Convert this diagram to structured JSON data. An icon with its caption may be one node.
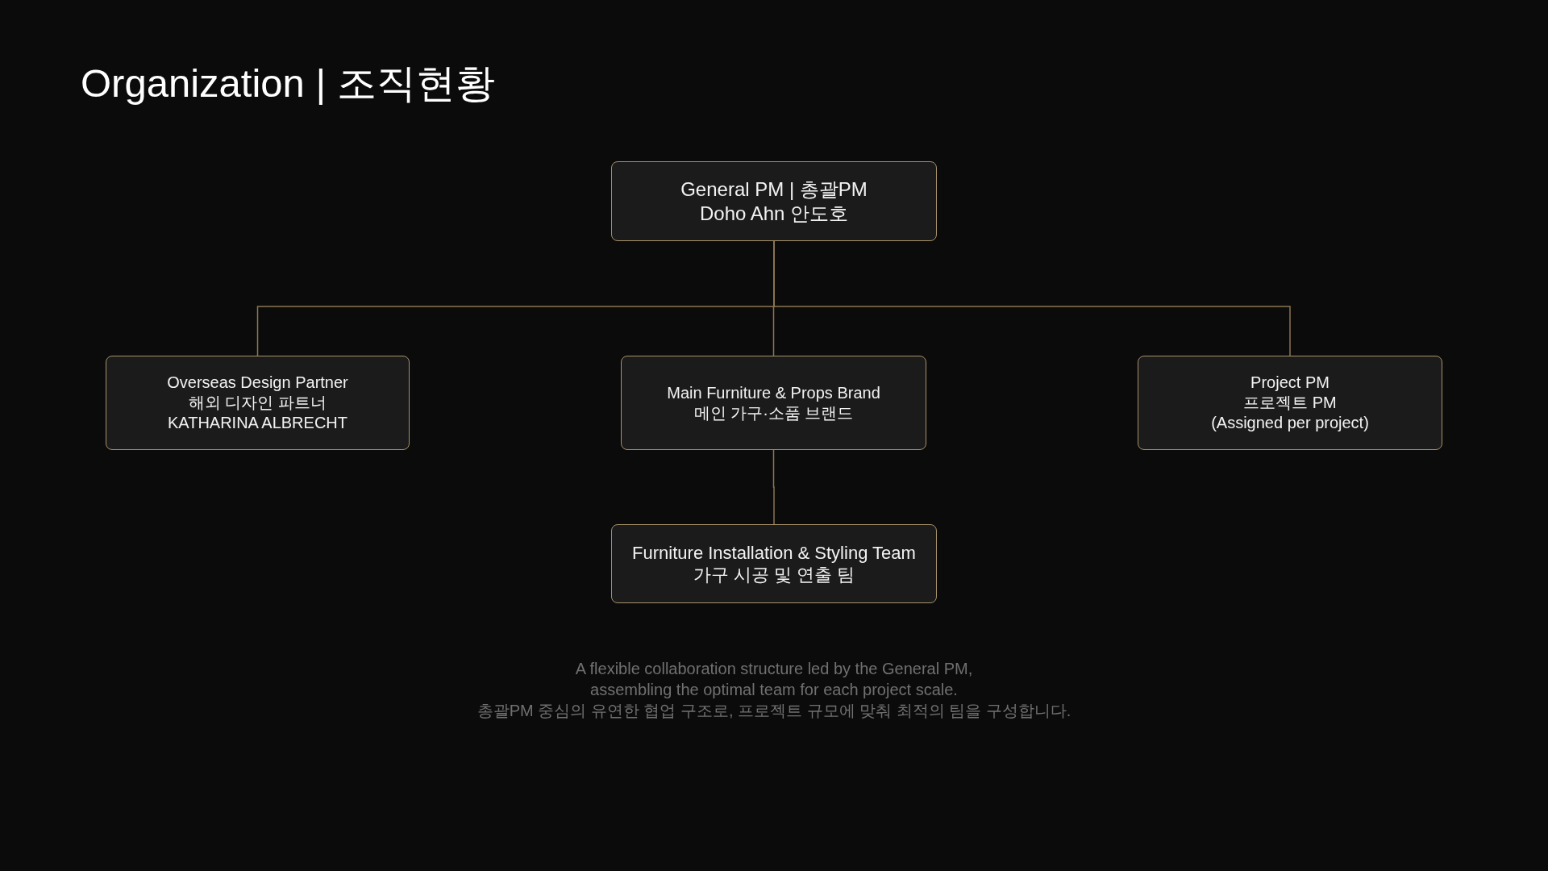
{
  "diagram": {
    "title": "Organization | 조직현황",
    "caption": "A flexible collaboration structure led by the General PM, assembling the optimal team for each project scale.",
    "nodes": [
      {
        "text": [
          "General PM | 총괄PM",
          "Doho Ahn 안도호"
        ]
      },
      {
        "text": [
          "Overseas Design Partner",
          "해외 디자인 파트너",
          "KATHARINA ALBRECHT"
        ]
      },
      {
        "text": [
          "Main Furniture & Props Brand",
          "메인 가구·소품 브랜드"
        ]
      },
      {
        "text": [
          "Project PM",
          "프로젝트 PM",
          "(Assigned per project)"
        ]
      },
      {
        "text": [
          "Furniture Installation & Styling Team",
          "가구 시공 및 연출 팀"
        ]
      }
    ],
    "edges": [
      {
        "from": 0,
        "to": 1,
        "arrow": "none"
      },
      {
        "from": 0,
        "to": 2,
        "arrow": "none"
      },
      {
        "from": 0,
        "to": 3,
        "arrow": "none"
      },
      {
        "from": 2,
        "to": 4,
        "arrow": "none"
      }
    ],
    "labels": [
      "총괄PM 중심의 유연한 협업 구조로, 프로젝트 규모에 맞춰 최적의 팀을 구성합니다."
    ]
  }
}
